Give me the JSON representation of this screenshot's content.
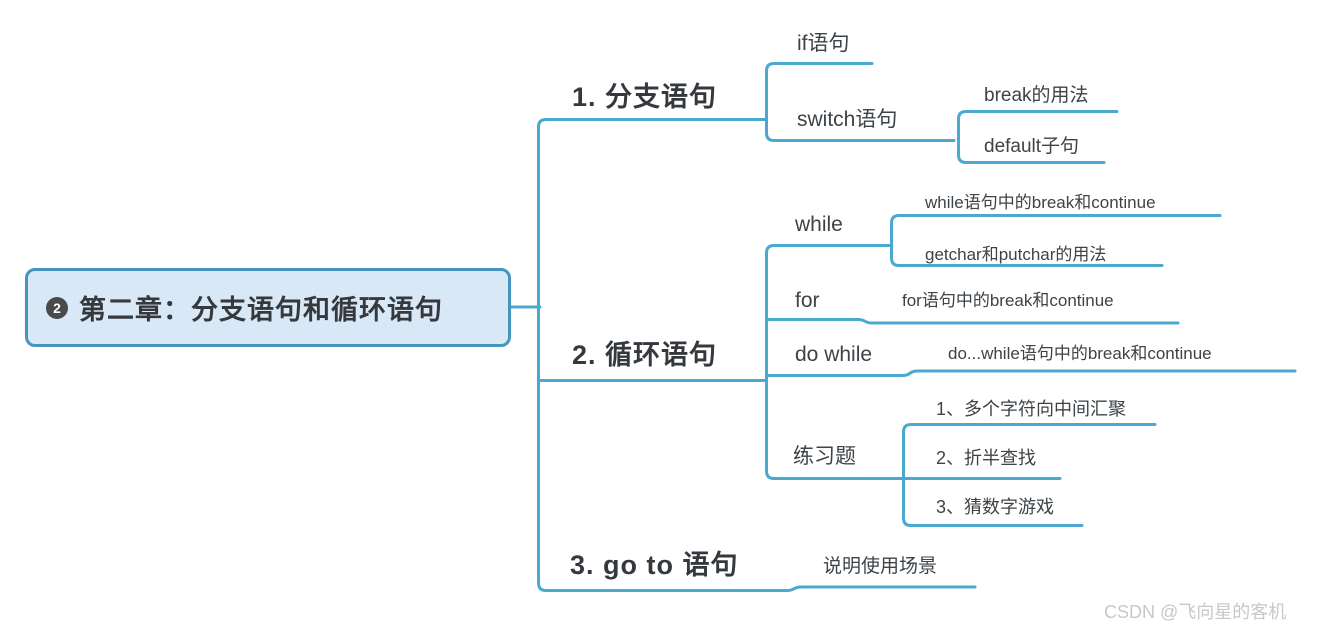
{
  "colors": {
    "line_blue": "#4BA8D0",
    "root_border": "#4795BE",
    "root_fill": "#D9E8F6",
    "topic_text": "#3E4347",
    "title_text": "#35393D",
    "badge_bg": "#4A4A4A",
    "watermark_gray": "#C8C8C8"
  },
  "root": {
    "badge": "2",
    "label": "第二章：分支语句和循环语句"
  },
  "branches": [
    {
      "label": "1. 分支语句",
      "children": [
        {
          "label": "if语句",
          "children": []
        },
        {
          "label": "switch语句",
          "children": [
            {
              "label": "break的用法"
            },
            {
              "label": "default子句"
            }
          ]
        }
      ]
    },
    {
      "label": "2. 循环语句",
      "children": [
        {
          "label": "while",
          "children": [
            {
              "label": "while语句中的break和continue"
            },
            {
              "label": "getchar和putchar的用法"
            }
          ]
        },
        {
          "label": "for",
          "children": [
            {
              "label": "for语句中的break和continue"
            }
          ]
        },
        {
          "label": "do while",
          "children": [
            {
              "label": "do...while语句中的break和continue"
            }
          ]
        },
        {
          "label": "练习题",
          "children": [
            {
              "label": "1、多个字符向中间汇聚"
            },
            {
              "label": "2、折半查找"
            },
            {
              "label": "3、猜数字游戏"
            }
          ]
        }
      ]
    },
    {
      "label": "3. go to 语句",
      "children": [
        {
          "label": "说明使用场景"
        }
      ]
    }
  ],
  "watermark": {
    "text": "CSDN @飞向星的客机"
  }
}
